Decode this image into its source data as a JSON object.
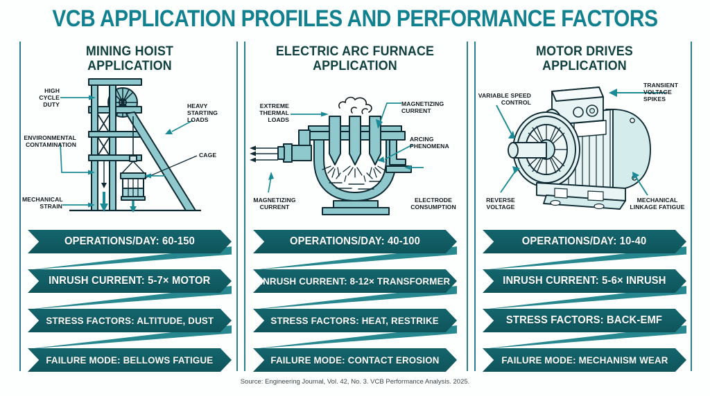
{
  "title": "VCB APPLICATION PROFILES AND PERFORMANCE FACTORS",
  "source": "Source: Engineering Journal, Vol. 42, No. 3. VCB Performance Analysis. 2025.",
  "colors": {
    "title_teal": "#12818f",
    "heading_dark": "#10403f",
    "ribbon_dark": "#14656d",
    "ribbon_tail": "#26878f",
    "rule": "#2a7f8c",
    "art_fill": "#8fc9cd",
    "art_stroke": "#0f2a33",
    "arrow_teal": "#1a8b96",
    "background": "#fdfefe"
  },
  "columns": [
    {
      "id": "mining-hoist",
      "heading_line1": "MINING HOIST",
      "heading_line2": "APPLICATION",
      "illustration": "mining-hoist-headframe",
      "callouts": [
        {
          "id": "high-cycle-duty",
          "text": "HIGH CYCLE\nDUTY"
        },
        {
          "id": "heavy-starting-loads",
          "text": "HEAVY\nSTARTING\nLOADS"
        },
        {
          "id": "environmental-contamination",
          "text": "ENVIRONMENTAL\nCONTAMINATION"
        },
        {
          "id": "cage",
          "text": "CAGE"
        },
        {
          "id": "mechanical-strain",
          "text": "MECHANICAL\nSTRAIN"
        }
      ],
      "banners": [
        {
          "id": "operations-day",
          "label": "OPERATIONS/DAY: 60-150"
        },
        {
          "id": "inrush-current",
          "label": "INRUSH CURRENT: 5-7× MOTOR"
        },
        {
          "id": "stress-factors",
          "label": "STRESS FACTORS: ALTITUDE, DUST"
        },
        {
          "id": "failure-mode",
          "label": "FAILURE MODE: BELLOWS FATIGUE"
        }
      ]
    },
    {
      "id": "electric-arc-furnace",
      "heading_line1": "ELECTRIC ARC FURNACE",
      "heading_line2": "APPLICATION",
      "illustration": "electric-arc-furnace",
      "callouts": [
        {
          "id": "extreme-thermal-loads",
          "text": "EXTREME\nTHERMAL\nLOADS"
        },
        {
          "id": "magnetizing-current-top",
          "text": "MAGNETIZING\nCURRENT"
        },
        {
          "id": "arcing-phenomena",
          "text": "ARCING\nPHENOMENA"
        },
        {
          "id": "magnetizing-current-bottom",
          "text": "MAGNETIZING\nCURRENT"
        },
        {
          "id": "electrode-consumption",
          "text": "ELECTRODE\nCONSUMPTION"
        }
      ],
      "banners": [
        {
          "id": "operations-day",
          "label": "OPERATIONS/DAY: 40-100"
        },
        {
          "id": "inrush-current",
          "label": "INRUSH CURRENT: 8-12× TRANSFORMER"
        },
        {
          "id": "stress-factors",
          "label": "STRESS FACTORS: HEAT, RESTRIKE"
        },
        {
          "id": "failure-mode",
          "label": "FAILURE MODE: CONTACT EROSION"
        }
      ]
    },
    {
      "id": "motor-drives",
      "heading_line1": "MOTOR DRIVES",
      "heading_line2": "APPLICATION",
      "illustration": "electric-motor",
      "callouts": [
        {
          "id": "variable-speed-control",
          "text": "VARIABLE SPEED\nCONTROL"
        },
        {
          "id": "transient-voltage-spikes",
          "text": "TRANSIENT\nVOLTAGE\nSPIKES"
        },
        {
          "id": "reverse-voltage",
          "text": "REVERSE\nVOLTAGE"
        },
        {
          "id": "mechanical-linkage-fatigue",
          "text": "MECHANICAL\nLINKAGE FATIGUE"
        }
      ],
      "banners": [
        {
          "id": "operations-day",
          "label": "OPERATIONS/DAY: 10-40"
        },
        {
          "id": "inrush-current",
          "label": "INRUSH CURRENT: 5-6× INRUSH"
        },
        {
          "id": "stress-factors",
          "label": "STRESS FACTORS: BACK-EMF"
        },
        {
          "id": "failure-mode",
          "label": "FAILURE MODE: MECHANISM WEAR"
        }
      ]
    }
  ]
}
